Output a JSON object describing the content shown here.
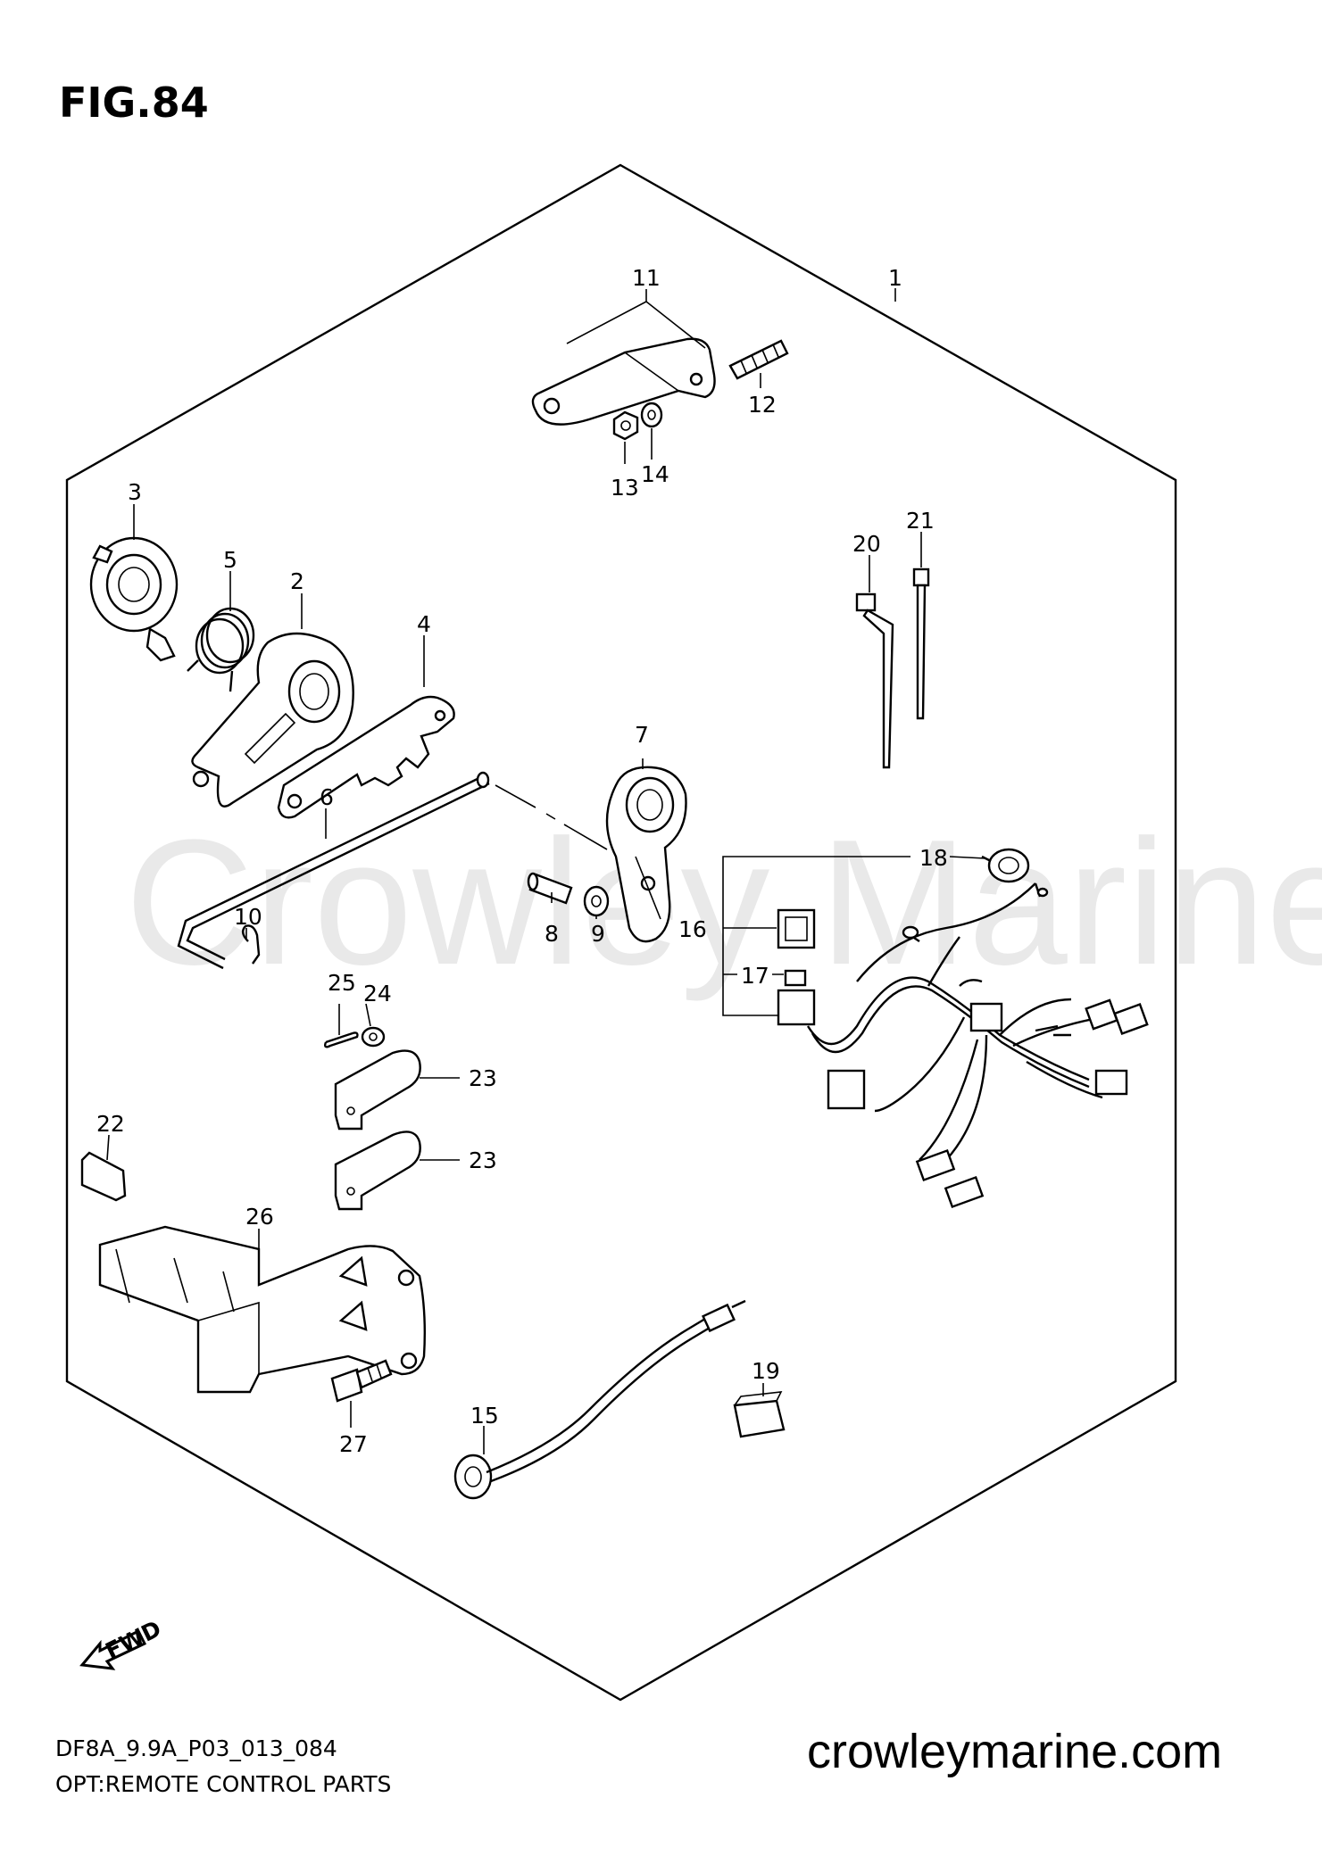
{
  "figure": {
    "title": "FIG.84",
    "code": "DF8A_9.9A_P03_013_084",
    "name": "OPT:REMOTE CONTROL PARTS"
  },
  "watermark": "Crowley Marine",
  "site": "crowleymarine.com",
  "fwd_label": "FWD",
  "callouts": [
    "1",
    "2",
    "3",
    "4",
    "5",
    "6",
    "7",
    "8",
    "9",
    "10",
    "11",
    "12",
    "13",
    "14",
    "15",
    "16",
    "17",
    "18",
    "19",
    "20",
    "21",
    "22",
    "23",
    "23",
    "24",
    "25",
    "26",
    "27"
  ]
}
